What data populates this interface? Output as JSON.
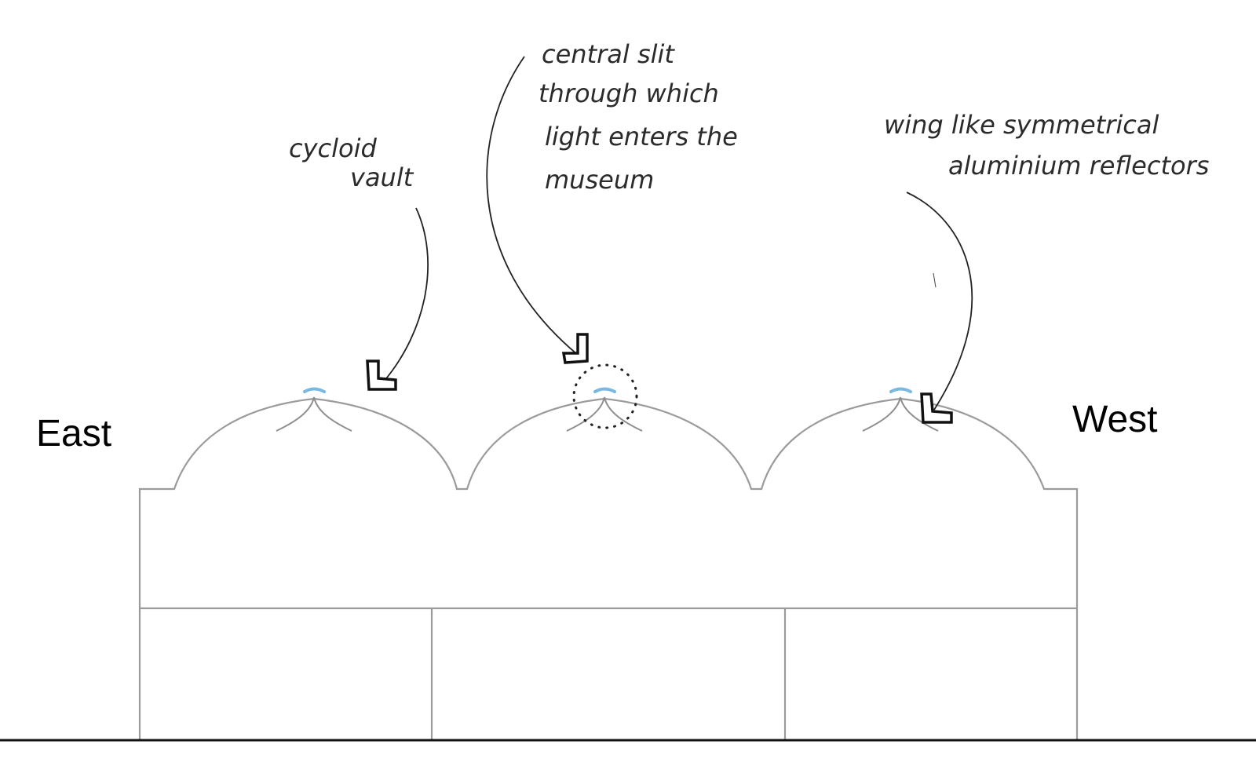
{
  "labels": {
    "east": "East",
    "west": "West"
  },
  "annotations": {
    "cycloid": [
      "cycloid",
      "vault"
    ],
    "slit": [
      "central slit",
      "through which",
      "light enters the",
      "museum"
    ],
    "reflectors": [
      "wing like symmetrical",
      "aluminium reflectors"
    ]
  },
  "colors": {
    "outline": "#9b9b9b",
    "slit": "#7ab8e0",
    "ink": "#222222"
  }
}
